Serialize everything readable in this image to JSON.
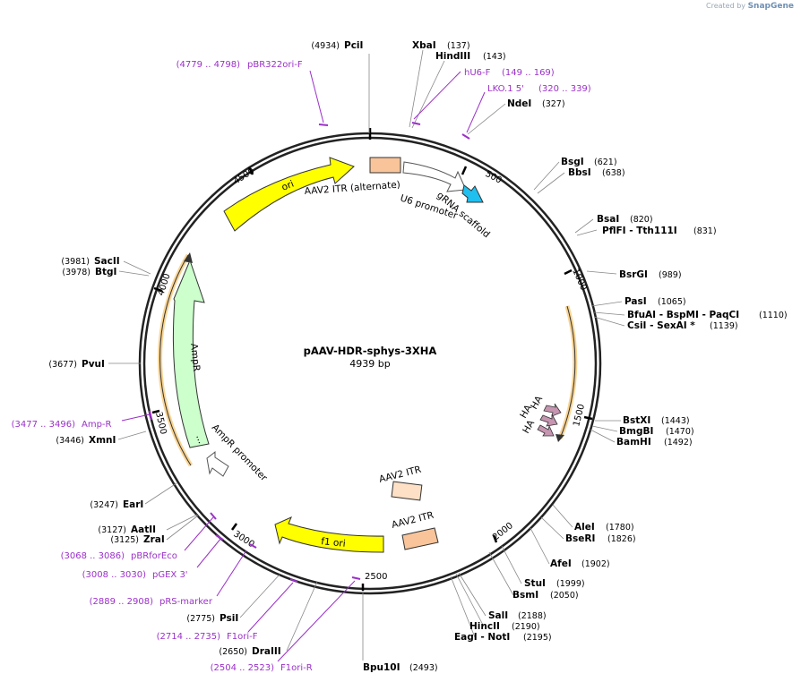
{
  "watermark": {
    "prefix": "Created by",
    "brand": "SnapGene"
  },
  "plasmid": {
    "name": "pAAV-HDR-sphys-3XHA",
    "length_label": "4939 bp",
    "length": 4939
  },
  "ticks": [
    {
      "pos": 500,
      "label": "500"
    },
    {
      "pos": 1000,
      "label": "1000"
    },
    {
      "pos": 1500,
      "label": "1500"
    },
    {
      "pos": 2000,
      "label": "2000"
    },
    {
      "pos": 2500,
      "label": "2500"
    },
    {
      "pos": 3000,
      "label": "3000"
    },
    {
      "pos": 3500,
      "label": "3500"
    },
    {
      "pos": 4000,
      "label": "4000"
    },
    {
      "pos": 4500,
      "label": "4500"
    }
  ],
  "enzymes": [
    {
      "name": "PciI",
      "pos": "(4934)"
    },
    {
      "name": "XbaI",
      "pos": "(137)"
    },
    {
      "name": "HindIII",
      "pos": "(143)"
    },
    {
      "name": "NdeI",
      "pos": "(327)"
    },
    {
      "name": "BsgI",
      "pos": "(621)"
    },
    {
      "name": "BbsI",
      "pos": "(638)"
    },
    {
      "name": "BsaI",
      "pos": "(820)"
    },
    {
      "name": "PflFI  - Tth111I",
      "pos": "(831)"
    },
    {
      "name": "BsrGI",
      "pos": "(989)"
    },
    {
      "name": "PasI",
      "pos": "(1065)"
    },
    {
      "name": "BfuAI  - BspMI   - PaqCI",
      "pos": "(1110)"
    },
    {
      "name": "CsiI   - SexAI *",
      "pos": "(1139)"
    },
    {
      "name": "BstXI",
      "pos": "(1443)"
    },
    {
      "name": "BmgBI",
      "pos": "(1470)"
    },
    {
      "name": "BamHI",
      "pos": "(1492)"
    },
    {
      "name": "AleI",
      "pos": "(1780)"
    },
    {
      "name": "BseRI",
      "pos": "(1826)"
    },
    {
      "name": "AfeI",
      "pos": "(1902)"
    },
    {
      "name": "StuI",
      "pos": "(1999)"
    },
    {
      "name": "BsmI",
      "pos": "(2050)"
    },
    {
      "name": "SalI",
      "pos": "(2188)"
    },
    {
      "name": "HincII",
      "pos": "(2190)"
    },
    {
      "name": "EagI   - NotI",
      "pos": "(2195)"
    },
    {
      "name": "Bpu10I",
      "pos": "(2493)"
    },
    {
      "name": "DraIII",
      "pos": "(2650)"
    },
    {
      "name": "PsiI",
      "pos": "(2775)"
    },
    {
      "name": "ZraI",
      "pos": "(3125)"
    },
    {
      "name": "AatII",
      "pos": "(3127)"
    },
    {
      "name": "EarI",
      "pos": "(3247)"
    },
    {
      "name": "XmnI",
      "pos": "(3446)"
    },
    {
      "name": "PvuI",
      "pos": "(3677)"
    },
    {
      "name": "BtgI",
      "pos": "(3978)"
    },
    {
      "name": "SacII",
      "pos": "(3981)"
    }
  ],
  "primers": [
    {
      "name": "pBR322ori-F",
      "range": "(4779 .. 4798)"
    },
    {
      "name": "hU6-F",
      "range": "(149 .. 169)"
    },
    {
      "name": "LKO.1 5'",
      "range": "(320 .. 339)"
    },
    {
      "name": "Amp-R",
      "range": "(3477 .. 3496)"
    },
    {
      "name": "pBRforEco",
      "range": "(3068 .. 3086)"
    },
    {
      "name": "pGEX 3'",
      "range": "(3008 .. 3030)"
    },
    {
      "name": "pRS-marker",
      "range": "(2889 .. 2908)"
    },
    {
      "name": "F1ori-F",
      "range": "(2714 .. 2735)"
    },
    {
      "name": "F1ori-R",
      "range": "(2504 .. 2523)"
    }
  ],
  "features": {
    "ori": "ori",
    "itr_alt": "AAV2 ITR (alternate)",
    "u6": "U6 promoter",
    "grna": "gRNA scaffold",
    "ha1": "HA",
    "ha2": "HA",
    "ha3": "HA",
    "itr1": "AAV2 ITR",
    "itr2": "AAV2 ITR",
    "f1": "f1 ori",
    "ampr": "AmpR",
    "ampr_prom": "AmpR promoter",
    "ampr_dots": "..."
  },
  "colors": {
    "ori": "#ffff00",
    "itr": "#f9c49a",
    "itr_light": "#fde0c6",
    "grna": "#1fbfef",
    "ha": "#c695b0",
    "ampr": "#ccffcc",
    "orange_arc": "#f5b74b",
    "primer": "#9b30c9"
  }
}
